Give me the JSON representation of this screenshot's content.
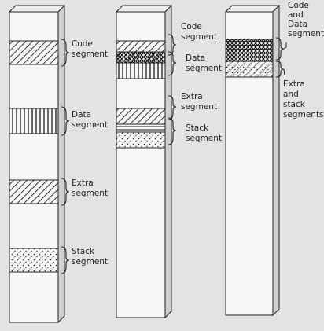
{
  "figure": {
    "columns": [
      {
        "id": "separate",
        "labels": [
          {
            "key": "code",
            "lines": [
              "Code",
              "segment"
            ]
          },
          {
            "key": "data",
            "lines": [
              "Data",
              "segment"
            ]
          },
          {
            "key": "extra",
            "lines": [
              "Extra",
              "segment"
            ]
          },
          {
            "key": "stack",
            "lines": [
              "Stack",
              "segment"
            ]
          }
        ]
      },
      {
        "id": "overlapping",
        "labels": [
          {
            "key": "code",
            "lines": [
              "Code",
              "segment"
            ]
          },
          {
            "key": "data",
            "lines": [
              "Data",
              "segment"
            ]
          },
          {
            "key": "extra",
            "lines": [
              "Extra",
              "segment"
            ]
          },
          {
            "key": "stack",
            "lines": [
              "Stack",
              "segment"
            ]
          }
        ]
      },
      {
        "id": "shared",
        "labels": [
          {
            "key": "code-data",
            "lines": [
              "Code",
              "and",
              "Data",
              "segments"
            ]
          },
          {
            "key": "extra-stack",
            "lines": [
              "Extra",
              "and",
              "stack",
              "segments"
            ]
          }
        ]
      }
    ]
  }
}
